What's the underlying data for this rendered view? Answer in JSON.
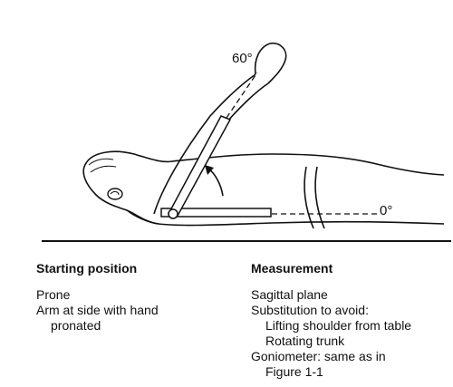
{
  "figure": {
    "angle_end_label": "60°",
    "angle_start_label": "0°"
  },
  "starting_position": {
    "heading": "Starting position",
    "lines": [
      "Prone",
      "Arm at side with hand",
      "pronated"
    ]
  },
  "measurement": {
    "heading": "Measurement",
    "lines": [
      "Sagittal plane",
      "Substitution to avoid:",
      "Lifting shoulder from table",
      "Rotating trunk",
      "Goniometer: same as in",
      "Figure 1-1"
    ]
  }
}
